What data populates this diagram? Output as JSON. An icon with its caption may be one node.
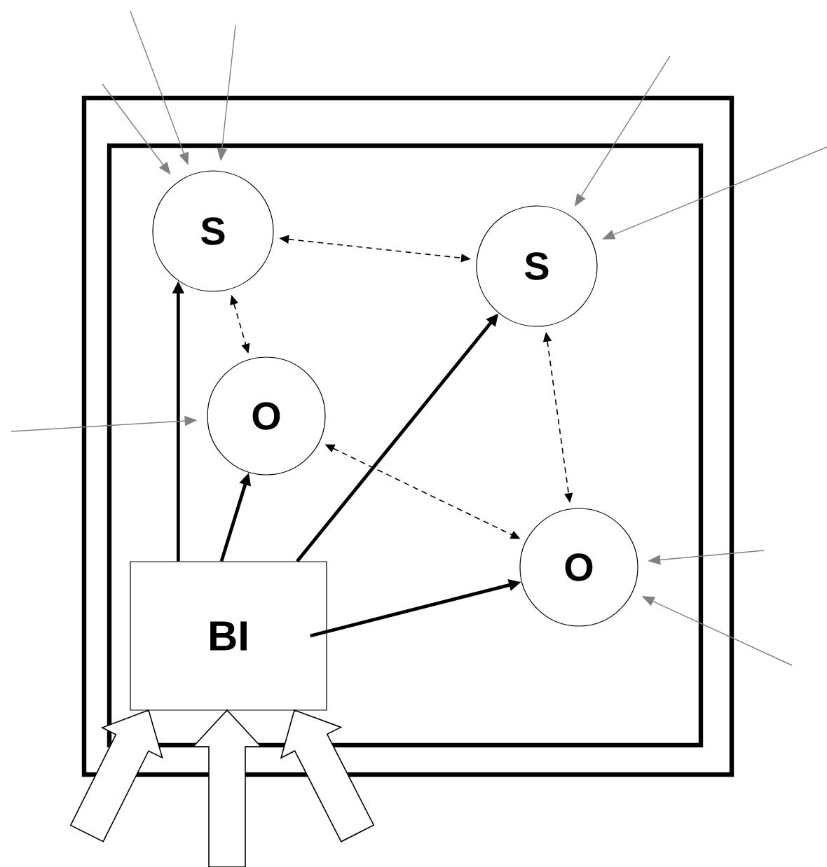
{
  "diagram": {
    "nodes": [
      {
        "text": [
          "S"
        ]
      },
      {
        "text": [
          "S"
        ]
      },
      {
        "text": [
          "O"
        ]
      },
      {
        "text": [
          "O"
        ]
      },
      {
        "text": [
          "BI"
        ]
      }
    ],
    "edges": [
      {
        "from": 0,
        "to": 1,
        "arrow": "both",
        "style": "dashed"
      },
      {
        "from": 0,
        "to": 2,
        "arrow": "both",
        "style": "dashed"
      },
      {
        "from": 2,
        "to": 3,
        "arrow": "both",
        "style": "dashed"
      },
      {
        "from": 1,
        "to": 3,
        "arrow": "both",
        "style": "dashed"
      },
      {
        "from": 4,
        "to": 0,
        "arrow": "to",
        "style": "thick"
      },
      {
        "from": 4,
        "to": 2,
        "arrow": "to",
        "style": "thick"
      },
      {
        "from": 4,
        "to": 1,
        "arrow": "to",
        "style": "thick"
      },
      {
        "from": 4,
        "to": 3,
        "arrow": "to",
        "style": "thick"
      },
      {
        "from": null,
        "to": 0,
        "arrow": "to",
        "color": "#808080"
      },
      {
        "from": null,
        "to": 0,
        "arrow": "to",
        "color": "#808080"
      },
      {
        "from": null,
        "to": 0,
        "arrow": "to",
        "color": "#808080"
      },
      {
        "from": null,
        "to": 1,
        "arrow": "to",
        "color": "#808080"
      },
      {
        "from": null,
        "to": 1,
        "arrow": "to",
        "color": "#808080"
      },
      {
        "from": null,
        "to": 2,
        "arrow": "to",
        "color": "#808080"
      },
      {
        "from": null,
        "to": 3,
        "arrow": "to",
        "color": "#808080"
      },
      {
        "from": null,
        "to": 3,
        "arrow": "to",
        "color": "#808080"
      },
      {
        "from": null,
        "to": 4,
        "arrow": "to",
        "style": "thick"
      },
      {
        "from": null,
        "to": 4,
        "arrow": "to",
        "style": "thick"
      },
      {
        "from": null,
        "to": 4,
        "arrow": "to",
        "style": "thick"
      }
    ]
  }
}
